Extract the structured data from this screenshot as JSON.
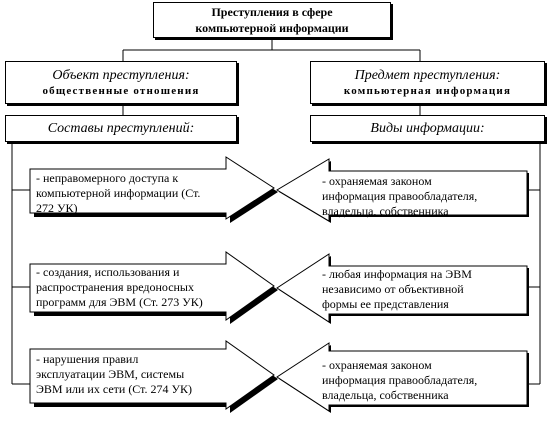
{
  "top": {
    "line1": "Преступления в сфере",
    "line2": "компьютерной информации"
  },
  "left_header": {
    "title": "Объект преступления:",
    "subtitle": "общественные отношения"
  },
  "right_header": {
    "title": "Предмет преступления:",
    "subtitle": "компьютерная информация"
  },
  "left_column": {
    "title": "Составы преступлений:"
  },
  "right_column": {
    "title": "Виды информации:"
  },
  "left_arrows": [
    {
      "line1": "- неправомерного доступа к",
      "line2": "компьютерной информации (Ст.",
      "line3": "272 УК)"
    },
    {
      "line1": "- создания, использования и",
      "line2": "распространения вредоносных",
      "line3": "программ для ЭВМ (Ст. 273 УК)"
    },
    {
      "line1": "- нарушения правил",
      "line2": "эксплуатации ЭВМ, системы",
      "line3": "ЭВМ или их сети (Ст. 274 УК)"
    }
  ],
  "right_arrows": [
    {
      "line1": "- охраняемая законом",
      "line2": "информация правообладателя,",
      "line3": "владельца, собственника"
    },
    {
      "line1": "- любая информация на ЭВМ",
      "line2": "независимо от объективной",
      "line3": "формы ее представления"
    },
    {
      "line1": "- охраняемая законом",
      "line2": "информация правообладателя,",
      "line3": "владельца, собственника"
    }
  ]
}
